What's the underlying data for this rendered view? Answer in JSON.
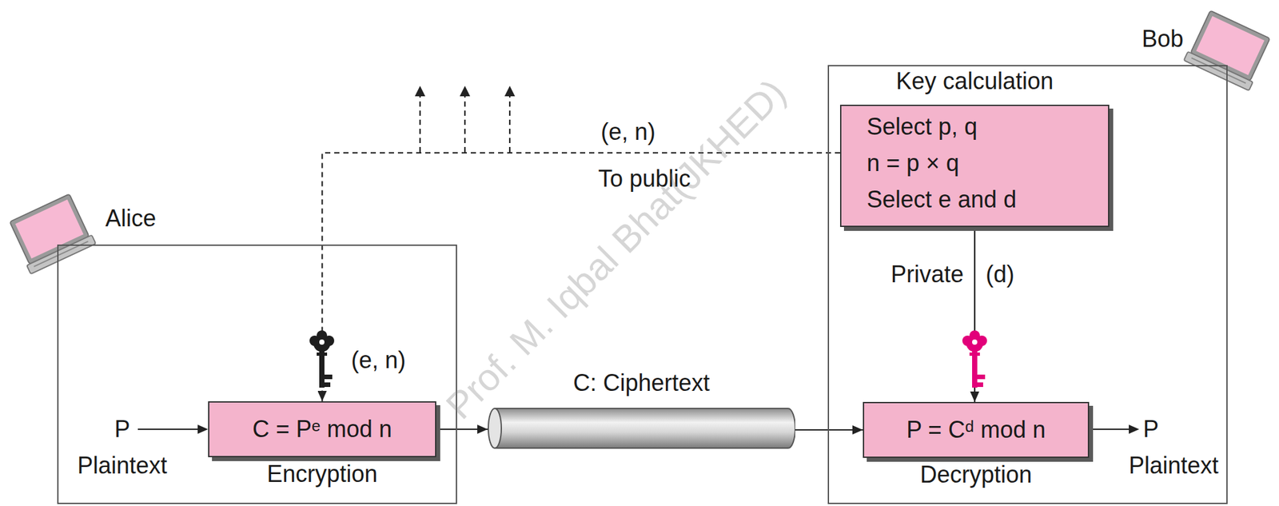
{
  "diagram": {
    "nodes": [
      {
        "text": [
          "Alice"
        ]
      },
      {
        "text": [
          "C = Pᵉ mod n",
          "Encryption"
        ],
        "in": 0
      },
      {
        "text": [
          "C: Ciphertext"
        ]
      },
      {
        "text": [
          "Bob"
        ]
      },
      {
        "text": [
          "Key calculation",
          "Select p, q",
          "n = p × q",
          "Select e and d"
        ],
        "in": 3
      },
      {
        "text": [
          "P = Cᵈ mod n",
          "Decryption"
        ],
        "in": 3
      }
    ],
    "edges": [
      {
        "from": 4,
        "to": 1,
        "arrow": "to",
        "label": "(e, n)"
      },
      {
        "from": 1,
        "to": 2,
        "arrow": "to"
      },
      {
        "from": 2,
        "to": 5,
        "arrow": "to"
      },
      {
        "from": 4,
        "to": 5,
        "arrow": "to"
      }
    ],
    "labels": [
      "To public",
      "Private",
      "(d)",
      "(e, n)",
      "P",
      "Plaintext",
      "P",
      "Plaintext",
      "Prof. M. Iqbal Bhat(JKHED)"
    ]
  }
}
